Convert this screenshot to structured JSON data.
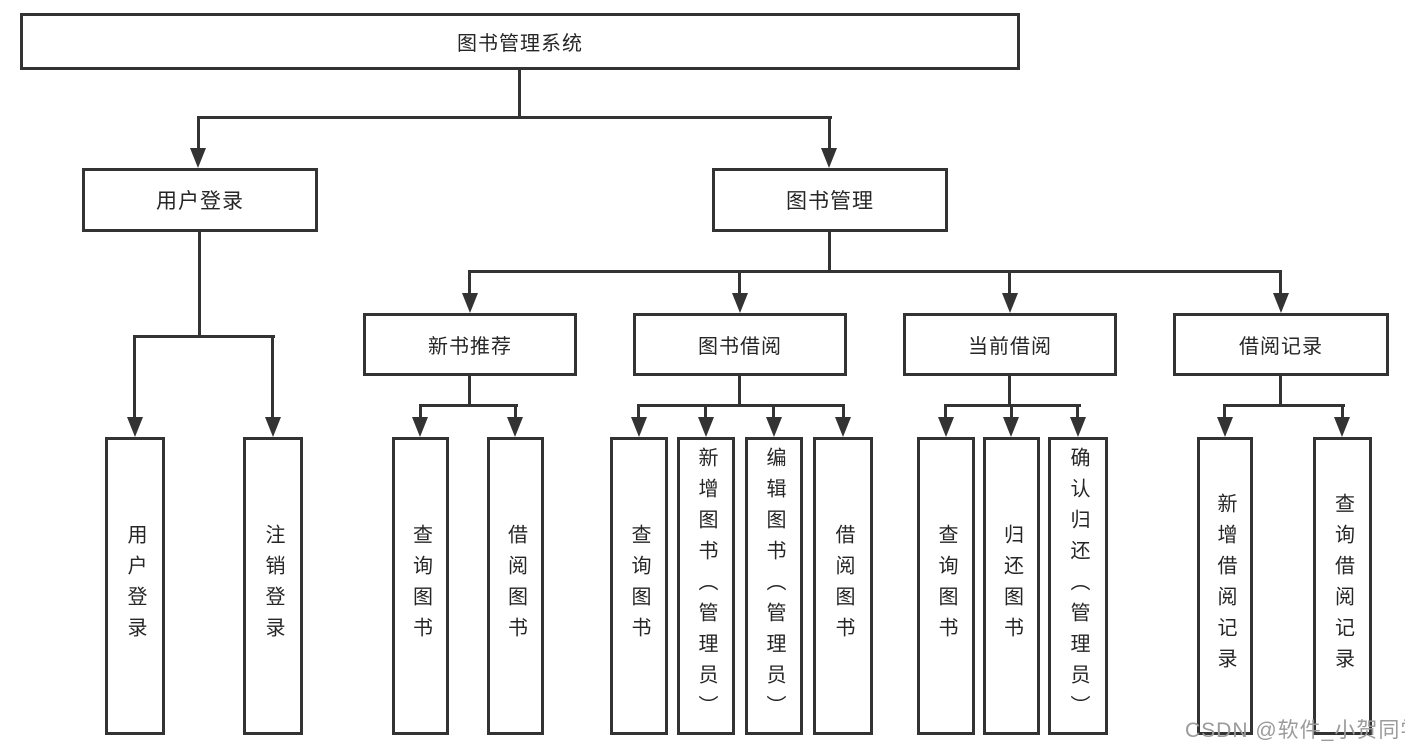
{
  "watermark": "CSDN @软件_小贺同学",
  "colors": {
    "line": "#333333",
    "box_border": "#333333",
    "box_fill": "#ffffff",
    "text": "#262626",
    "watermark": "#9b9b9b",
    "background": "#ffffff"
  },
  "tree": {
    "label": "图书管理系统",
    "children": [
      {
        "label": "用户登录",
        "children": [
          {
            "label": "用户登录"
          },
          {
            "label": "注销登录"
          }
        ]
      },
      {
        "label": "图书管理",
        "children": [
          {
            "label": "新书推荐",
            "children": [
              {
                "label": "查询图书"
              },
              {
                "label": "借阅图书"
              }
            ]
          },
          {
            "label": "图书借阅",
            "children": [
              {
                "label": "查询图书"
              },
              {
                "label": "新增图书（管理员）"
              },
              {
                "label": "编辑图书（管理员）"
              },
              {
                "label": "借阅图书"
              }
            ]
          },
          {
            "label": "当前借阅",
            "children": [
              {
                "label": "查询图书"
              },
              {
                "label": "归还图书"
              },
              {
                "label": "确认归还（管理员）"
              }
            ]
          },
          {
            "label": "借阅记录",
            "children": [
              {
                "label": "新增借阅记录"
              },
              {
                "label": "查询借阅记录"
              }
            ]
          }
        ]
      }
    ]
  }
}
